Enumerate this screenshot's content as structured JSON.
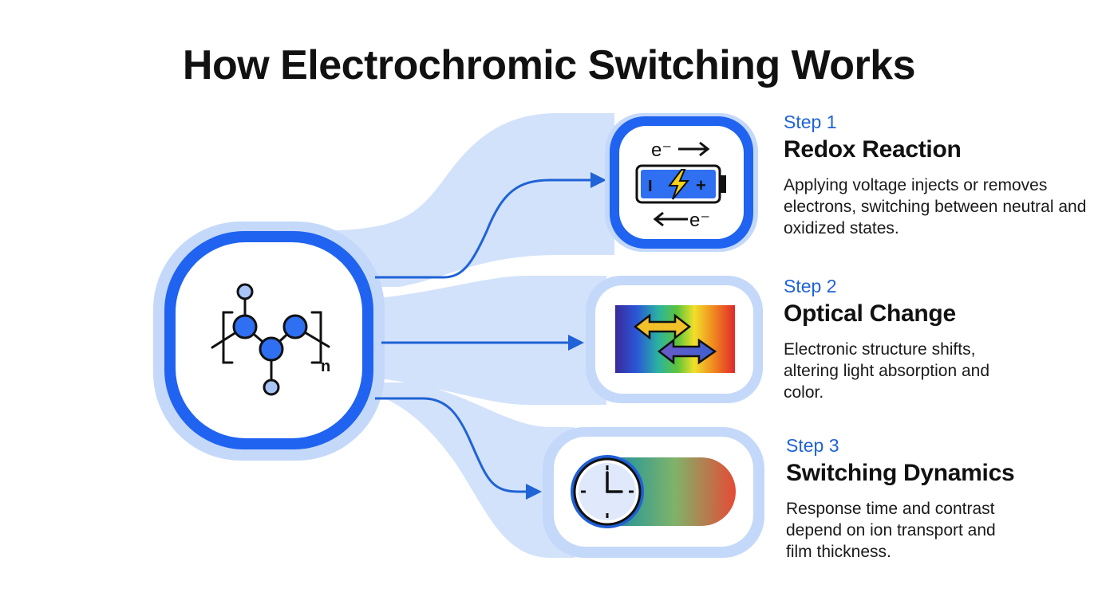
{
  "title": "How Electrochromic Switching Works",
  "colors": {
    "accent": "#1f63d6",
    "band": "#d3e2fb",
    "node_fill": "#2f6ff2",
    "node_light": "#a9c4f7"
  },
  "central_node": {
    "icon": "polymer-structure-icon",
    "subscript": "n"
  },
  "steps": [
    {
      "label": "Step 1",
      "title": "Redox Reaction",
      "description": "Applying voltage injects or removes electrons, switching between neutral and oxidized states.",
      "icon": "battery-electron-flow-icon",
      "icon_text": {
        "top": "e⁻",
        "bottom": "e⁻",
        "minus": "I",
        "plus": "+"
      }
    },
    {
      "label": "Step 2",
      "title": "Optical Change",
      "description": "Electronic structure shifts, altering light absorption and color.",
      "icon": "spectrum-arrows-icon"
    },
    {
      "label": "Step 3",
      "title": "Switching Dynamics",
      "description": "Response time and contrast depend on ion transport and film thickness.",
      "icon": "clock-gradient-icon"
    }
  ]
}
